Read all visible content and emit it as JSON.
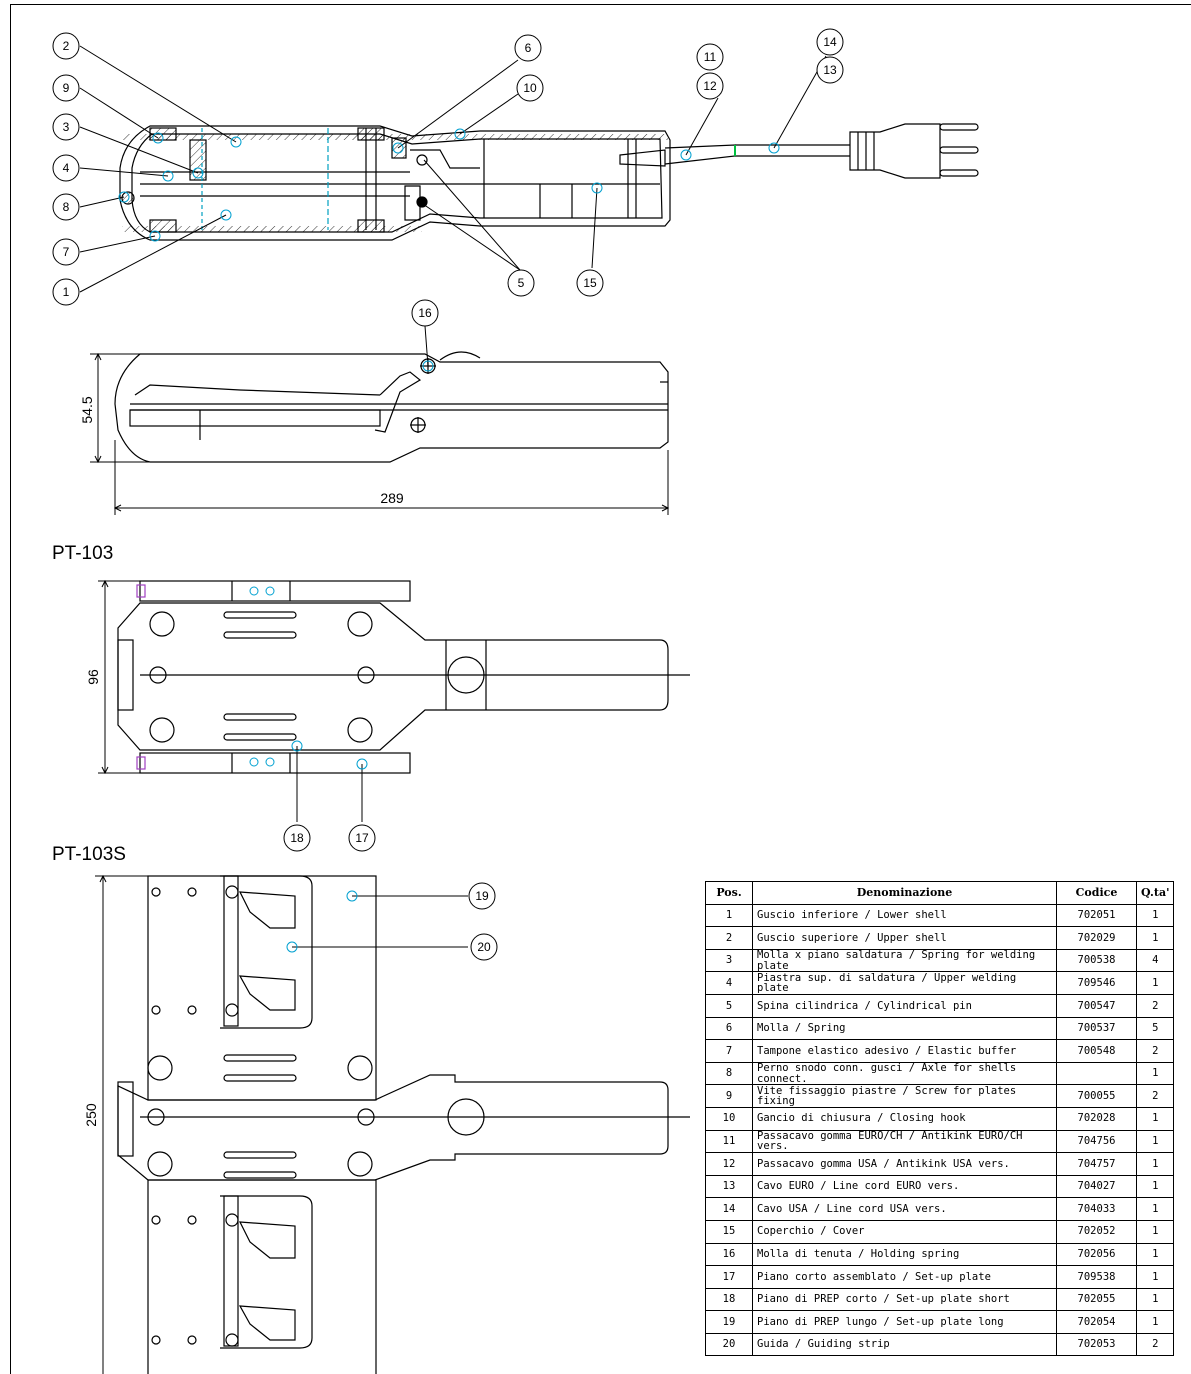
{
  "views": {
    "pt103": "PT-103",
    "pt103s": "PT-103S"
  },
  "dimensions": {
    "height": "54.5",
    "length": "289",
    "width_pt103": "96",
    "length_pt103s": "250"
  },
  "callouts": [
    "1",
    "2",
    "3",
    "4",
    "5",
    "6",
    "7",
    "8",
    "9",
    "10",
    "11",
    "12",
    "13",
    "14",
    "15",
    "16",
    "17",
    "18",
    "19",
    "20"
  ],
  "parts_table": {
    "headers": [
      "Pos.",
      "Denominazione",
      "Codice",
      "Q.ta'"
    ],
    "rows": [
      [
        "1",
        "Guscio inferiore / Lower shell",
        "702051",
        "1"
      ],
      [
        "2",
        "Guscio superiore / Upper shell",
        "702029",
        "1"
      ],
      [
        "3",
        "Molla x piano saldatura / Spring for welding plate",
        "700538",
        "4"
      ],
      [
        "4",
        "Piastra sup. di saldatura / Upper welding plate",
        "709546",
        "1"
      ],
      [
        "5",
        "Spina cilindrica / Cylindrical pin",
        "700547",
        "2"
      ],
      [
        "6",
        "Molla / Spring",
        "700537",
        "5"
      ],
      [
        "7",
        "Tampone elastico adesivo / Elastic buffer",
        "700548",
        "2"
      ],
      [
        "8",
        "Perno snodo conn. gusci / Axle for shells connect.",
        "",
        "1"
      ],
      [
        "9",
        "Vite fissaggio piastre / Screw for plates fixing",
        "700055",
        "2"
      ],
      [
        "10",
        "Gancio di chiusura / Closing hook",
        "702028",
        "1"
      ],
      [
        "11",
        "Passacavo gomma EURO/CH / Antikink EURO/CH vers.",
        "704756",
        "1"
      ],
      [
        "12",
        "Passacavo gomma USA / Antikink USA vers.",
        "704757",
        "1"
      ],
      [
        "13",
        "Cavo EURO / Line cord EURO vers.",
        "704027",
        "1"
      ],
      [
        "14",
        "Cavo USA / Line cord USA vers.",
        "704033",
        "1"
      ],
      [
        "15",
        "Coperchio / Cover",
        "702052",
        "1"
      ],
      [
        "16",
        "Molla di tenuta / Holding spring",
        "702056",
        "1"
      ],
      [
        "17",
        "Piano corto assemblato / Set-up plate",
        "709538",
        "1"
      ],
      [
        "18",
        "Piano di PREP corto / Set-up plate short",
        "702055",
        "1"
      ],
      [
        "19",
        "Piano di PREP lungo / Set-up plate long",
        "702054",
        "1"
      ],
      [
        "20",
        "Guida / Guiding strip",
        "702053",
        "2"
      ]
    ]
  }
}
